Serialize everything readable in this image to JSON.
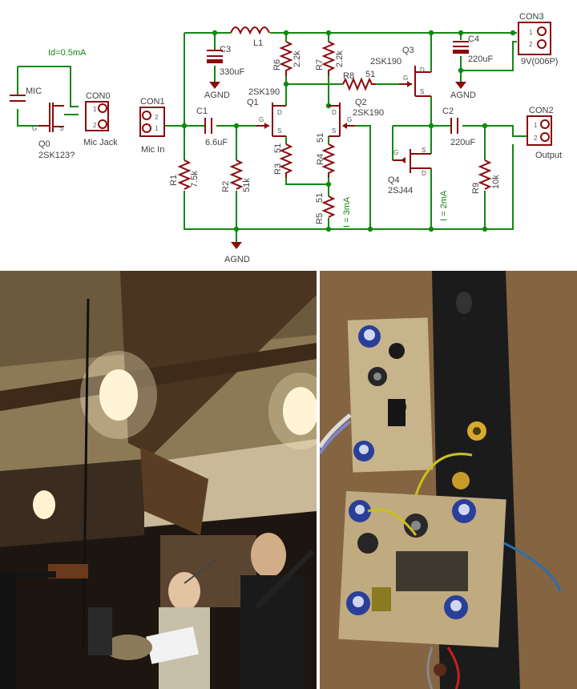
{
  "schematic": {
    "id_note": "Id=0.5mA",
    "mic": "MIC",
    "q0": {
      "ref": "Q0",
      "part": "2SK123?"
    },
    "con0": {
      "ref": "CON0",
      "label": "Mic Jack"
    },
    "con1": {
      "ref": "CON1",
      "label": "Mic In"
    },
    "con2": {
      "ref": "CON2",
      "label": "Output"
    },
    "con3": {
      "ref": "CON3",
      "label": "9V(006P)"
    },
    "l1": "L1",
    "c1": {
      "ref": "C1",
      "value": "6.6uF"
    },
    "c2": {
      "ref": "C2",
      "value": "220uF"
    },
    "c3": {
      "ref": "C3",
      "value": "330uF"
    },
    "c4": {
      "ref": "C4",
      "value": "220uF"
    },
    "r1": {
      "ref": "R1",
      "value": "7.5k"
    },
    "r2": {
      "ref": "R2",
      "value": "51k"
    },
    "r3": {
      "ref": "R3",
      "value": "51"
    },
    "r4": {
      "ref": "R4",
      "value": "51"
    },
    "r5": {
      "ref": "R5",
      "value": "51"
    },
    "r6": {
      "ref": "R6",
      "value": "2.2k"
    },
    "r7": {
      "ref": "R7",
      "value": "2.2k"
    },
    "r8": {
      "ref": "R8",
      "value": "51"
    },
    "r9": {
      "ref": "R9",
      "value": "10k"
    },
    "q1": {
      "ref": "Q1",
      "part": "2SK190"
    },
    "q2": {
      "ref": "Q2",
      "part": "2SK190"
    },
    "q3": {
      "ref": "Q3",
      "part": "2SK190"
    },
    "q4": {
      "ref": "Q4",
      "part": "2SJ44"
    },
    "i_3ma": "I = 3mA",
    "i_2ma": "I = 2mA",
    "agnd": "AGND",
    "pin_g": "G",
    "pin_s": "S",
    "pin_d": "D",
    "pin_1": "1",
    "pin_2": "2"
  }
}
